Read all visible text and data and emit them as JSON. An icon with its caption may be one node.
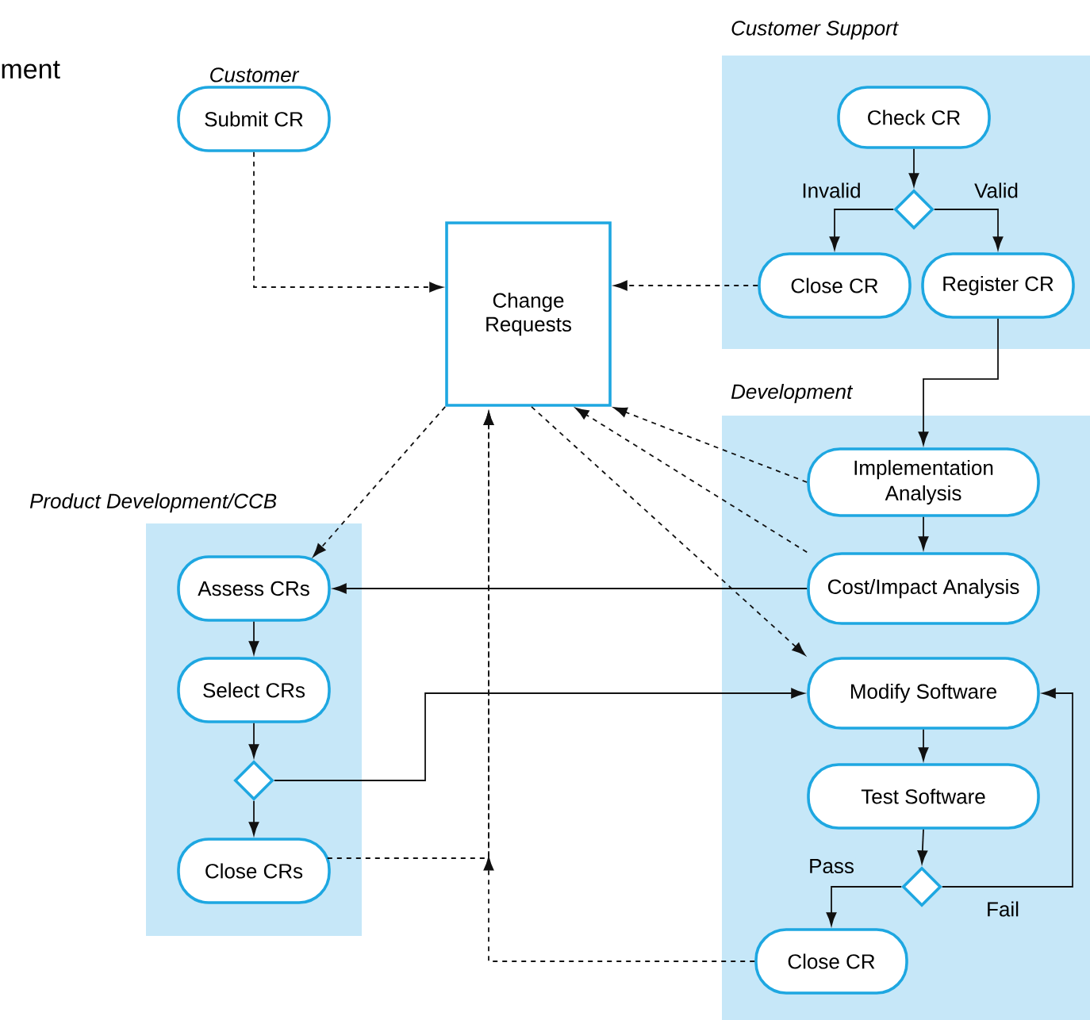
{
  "diagram": {
    "nodes": [
      {
        "text": [
          "Customer Support"
        ]
      },
      {
        "text": [
          "Check CR"
        ],
        "in": 0
      },
      {
        "text": [],
        "shape": "diamond",
        "in": 0
      },
      {
        "text": [
          "Close CR"
        ],
        "in": 0
      },
      {
        "text": [
          "Register CR"
        ],
        "in": 0
      },
      {
        "text": [
          "Submit CR"
        ],
        "beside": [
          "Customer"
        ]
      },
      {
        "text": [
          "Change Requests"
        ]
      },
      {
        "text": [
          "Development"
        ]
      },
      {
        "text": [
          "Implementation Analysis"
        ],
        "in": 7
      },
      {
        "text": [
          "Cost/Impact Analysis"
        ],
        "in": 7
      },
      {
        "text": [
          "Modify Software"
        ],
        "in": 7
      },
      {
        "text": [
          "Test Software"
        ],
        "in": 7
      },
      {
        "text": [],
        "shape": "diamond",
        "in": 7
      },
      {
        "text": [
          "Close CR"
        ],
        "in": 7
      },
      {
        "text": [
          "Product Development/CCB"
        ]
      },
      {
        "text": [
          "Assess CRs"
        ],
        "in": 14
      },
      {
        "text": [
          "Select CRs"
        ],
        "in": 14
      },
      {
        "text": [],
        "shape": "diamond",
        "in": 14
      },
      {
        "text": [
          "Close CRs"
        ],
        "in": 14
      }
    ],
    "edges": [
      {
        "from": 1,
        "to": 2,
        "arrow": "to"
      },
      {
        "from": 2,
        "to": 3,
        "arrow": "to",
        "label": "Invalid"
      },
      {
        "from": 2,
        "to": 4,
        "arrow": "to",
        "label": "Valid"
      },
      {
        "from": 4,
        "to": 8,
        "arrow": "to"
      },
      {
        "from": 5,
        "to": 6,
        "arrow": "to",
        "style": "dashed"
      },
      {
        "from": 3,
        "to": 6,
        "arrow": "to",
        "style": "dashed"
      },
      {
        "from": 8,
        "to": 6,
        "arrow": "to",
        "style": "dashed"
      },
      {
        "from": 9,
        "to": 6,
        "arrow": "to",
        "style": "dashed"
      },
      {
        "from": 6,
        "to": 10,
        "arrow": "to",
        "style": "dashed"
      },
      {
        "from": 6,
        "to": 15,
        "arrow": "to",
        "style": "dashed"
      },
      {
        "from": 8,
        "to": 9,
        "arrow": "to"
      },
      {
        "from": 9,
        "to": 15,
        "arrow": "to"
      },
      {
        "from": 10,
        "to": 11,
        "arrow": "to"
      },
      {
        "from": 11,
        "to": 12,
        "arrow": "to"
      },
      {
        "from": 12,
        "to": 13,
        "arrow": "to",
        "label": "Pass"
      },
      {
        "from": 12,
        "to": 10,
        "arrow": "to",
        "label": "Fail"
      },
      {
        "from": 13,
        "to": 6,
        "arrow": "to",
        "style": "dashed"
      },
      {
        "from": 18,
        "to": 6,
        "arrow": "to",
        "style": "dashed"
      },
      {
        "from": 15,
        "to": 16,
        "arrow": "to"
      },
      {
        "from": 16,
        "to": 17,
        "arrow": "to"
      },
      {
        "from": 17,
        "to": 18,
        "arrow": "to"
      },
      {
        "from": 17,
        "to": 10,
        "arrow": "to"
      }
    ],
    "labels": [
      "ment"
    ]
  }
}
